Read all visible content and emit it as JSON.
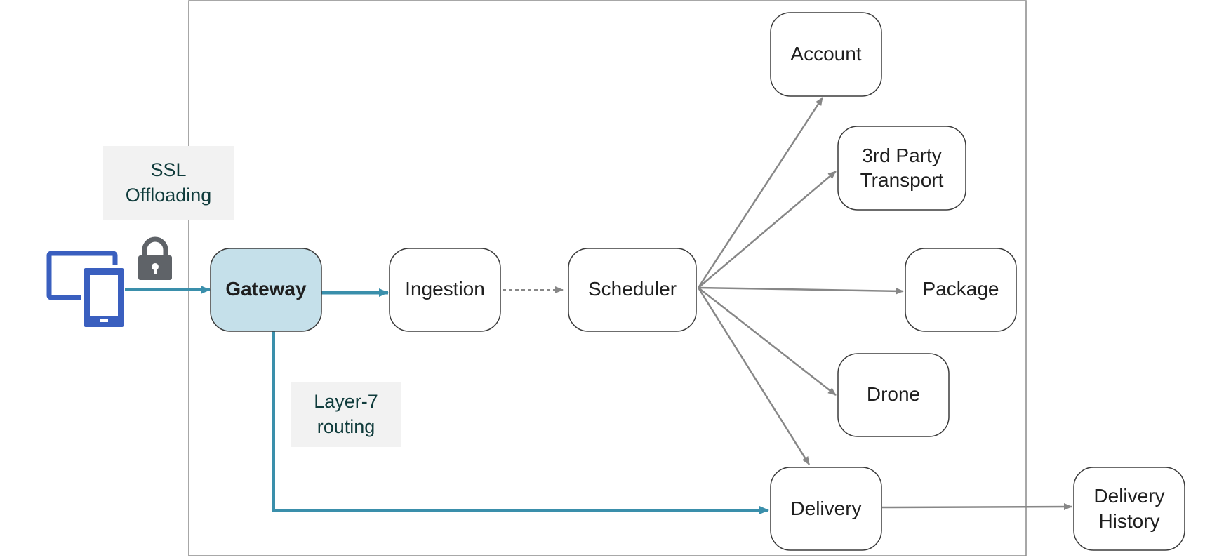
{
  "colors": {
    "gateway_fill": "#c5e0ea",
    "node_fill": "#ffffff",
    "node_stroke": "#3c3c3c",
    "frame_stroke": "#8a8a8a",
    "teal_arrow": "#3a8fab",
    "gray_arrow": "#878787",
    "note_fill": "#f2f2f2",
    "device_blue": "#3a5fbf",
    "lock_gray": "#5f6368"
  },
  "icons": [
    "devices-icon",
    "lock-icon"
  ],
  "nodes": {
    "gateway": {
      "label": "Gateway"
    },
    "ingestion": {
      "label": "Ingestion"
    },
    "scheduler": {
      "label": "Scheduler"
    },
    "account": {
      "label": "Account"
    },
    "third_party": {
      "line1": "3rd Party",
      "line2": "Transport"
    },
    "package": {
      "label": "Package"
    },
    "drone": {
      "label": "Drone"
    },
    "delivery": {
      "label": "Delivery"
    },
    "delivery_history": {
      "line1": "Delivery",
      "line2": "History"
    }
  },
  "notes": {
    "ssl": {
      "line1": "SSL",
      "line2": "Offloading"
    },
    "layer7": {
      "line1": "Layer-7",
      "line2": "routing"
    }
  }
}
